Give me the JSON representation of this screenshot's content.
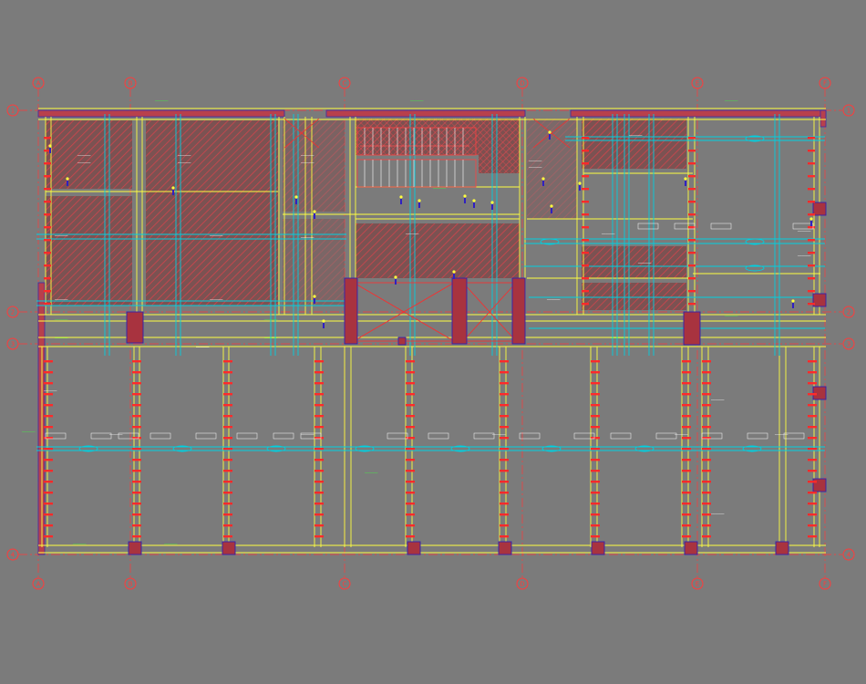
{
  "drawing": {
    "column_grid_labels": [
      "A",
      "B",
      "C",
      "D",
      "E",
      "F"
    ],
    "row_grid_labels": [
      "1",
      "2",
      "3",
      "4"
    ],
    "colors": {
      "background": "#7b7b7b",
      "grid_bubble": "#ff3b3b",
      "wall": "#c0394a",
      "column": "#a8333f",
      "column_edge": "#2a1aa0",
      "beam": "#ffff40",
      "duct": "#00d0e0",
      "hatch": "#c94a4a",
      "green_text": "#3cff3c",
      "stair": "#ff2a2a"
    }
  }
}
